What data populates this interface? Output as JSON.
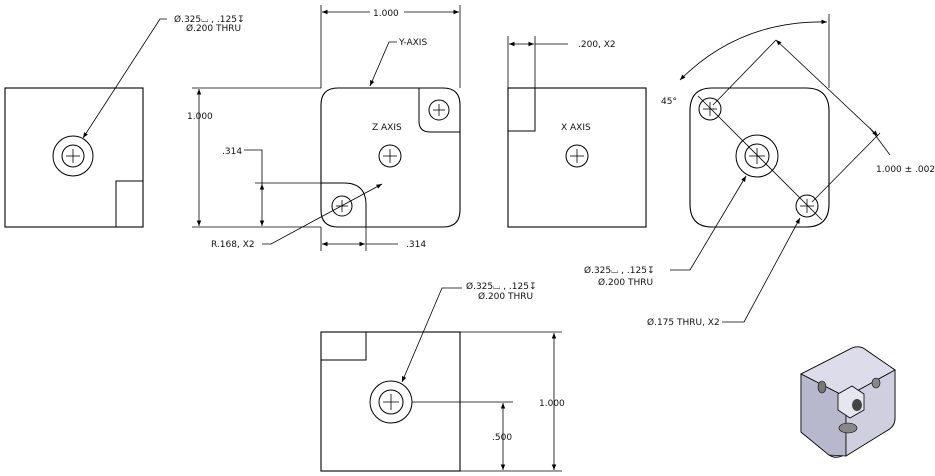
{
  "views": {
    "left": {
      "note": {
        "line1": "Ø.325⌴ , .125↧",
        "line2": "Ø.200 THRU"
      }
    },
    "front": {
      "overall_width": "1.000",
      "height": "1.000",
      "y_axis_label": "Y-AXIS",
      "z_axis_label": "Z AXIS",
      "pocket_vertical": ".314",
      "pocket_horizontal": ".314",
      "radius_callout": "R.168, X2"
    },
    "right": {
      "x_axis_label": "X AXIS",
      "slot_width": ".200, X2"
    },
    "rotated": {
      "angle": "45°",
      "diagonal_dim": "1.000 ± .002",
      "cbore_note": {
        "line1": "Ø.325⌴ , .125↧",
        "line2": "Ø.200 THRU"
      },
      "thru_note": "Ø.175 THRU, X2"
    },
    "bottom": {
      "note": {
        "line1": "Ø.325⌴ , .125↧",
        "line2": "Ø.200 THRU"
      },
      "height": "1.000",
      "half_height": ".500"
    }
  },
  "iso_colors": {
    "face_top": "#d8d8e6",
    "face_side": "#bcbcd0",
    "face_dark": "#9a9aae"
  }
}
